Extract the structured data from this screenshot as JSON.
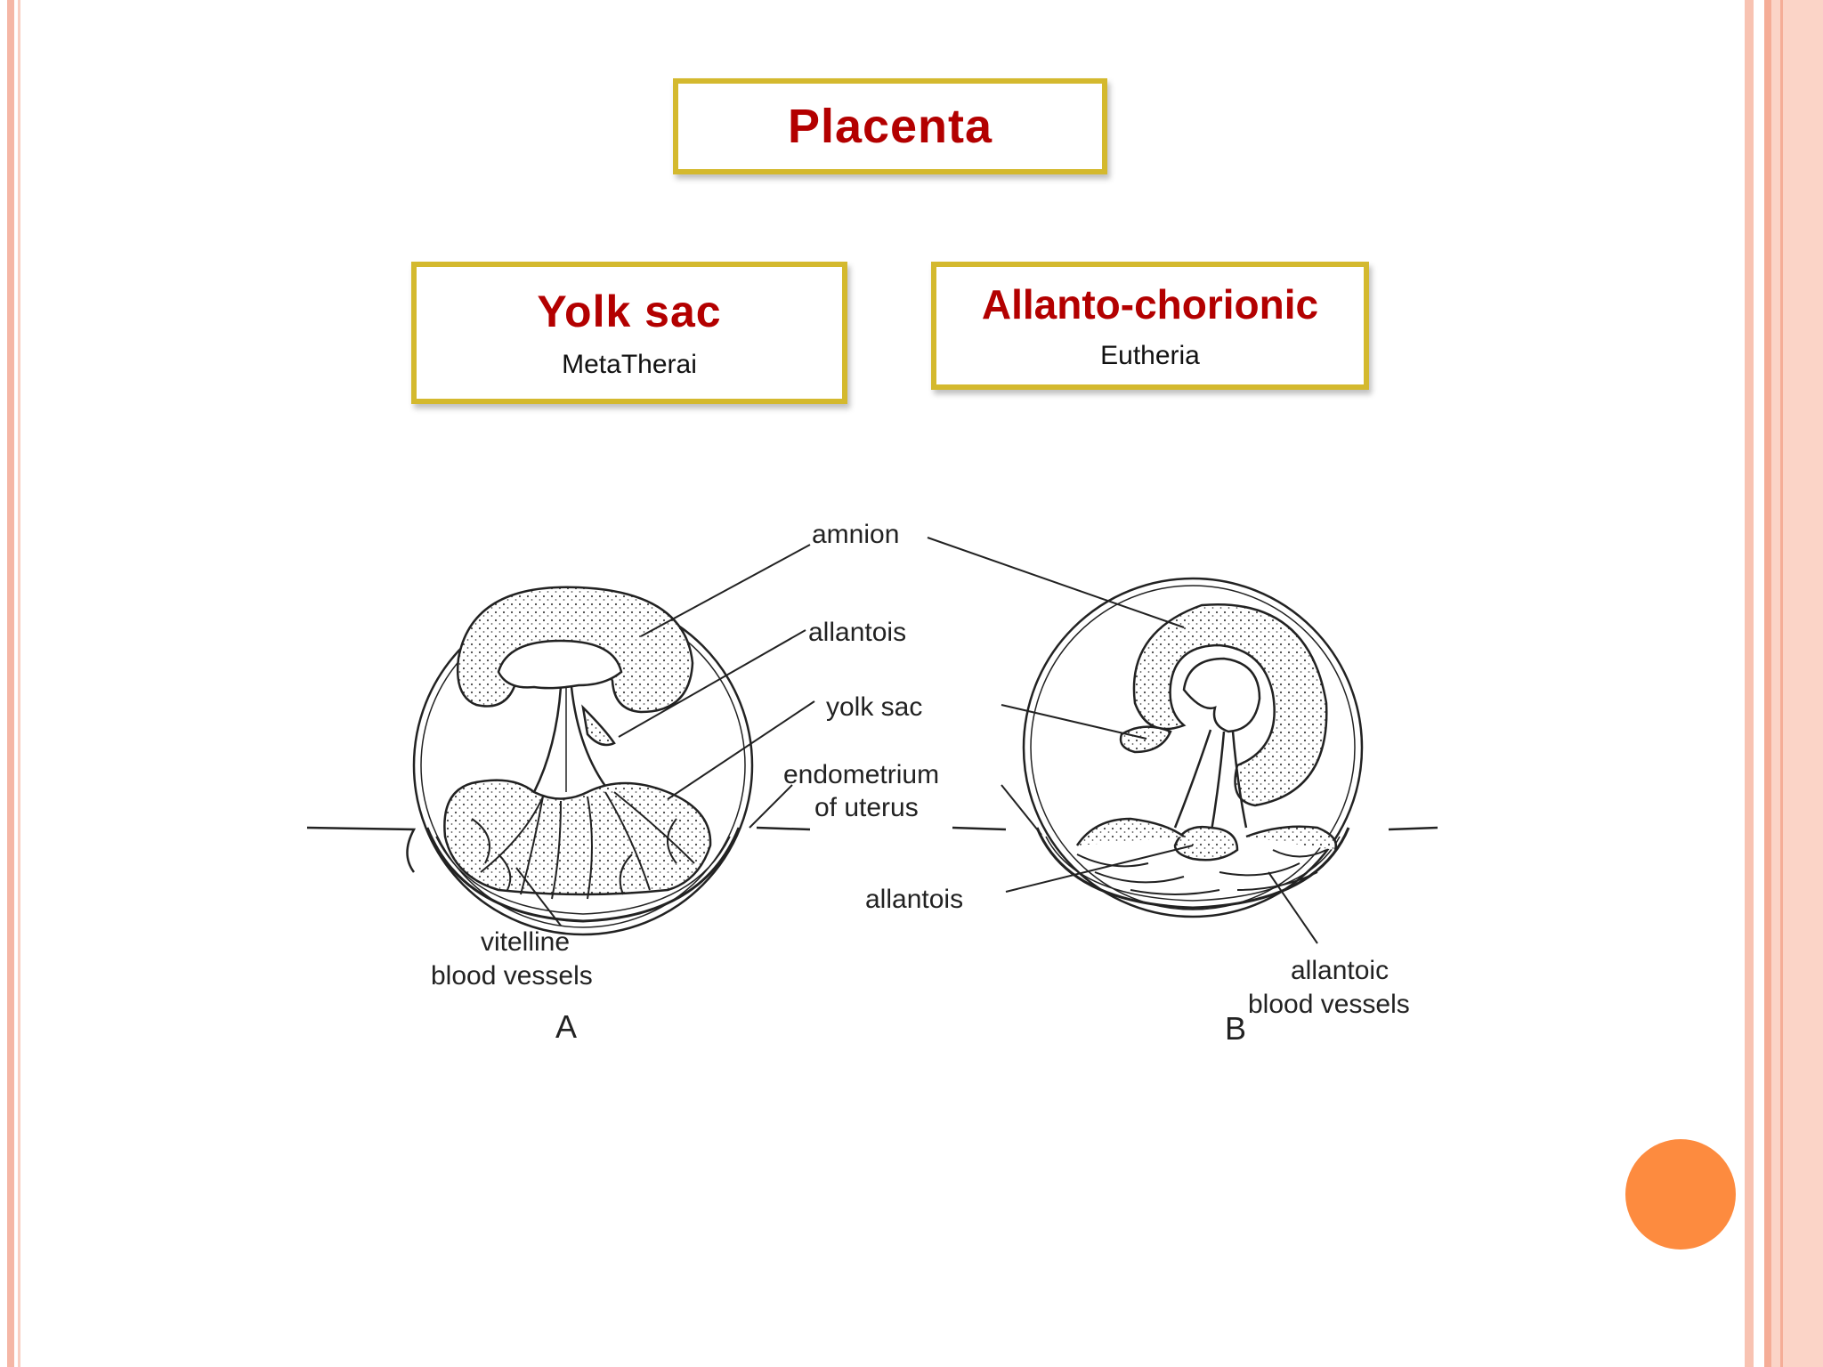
{
  "slide": {
    "title": "Placenta",
    "left_box": {
      "title": "Yolk sac",
      "caption": "MetaTherai"
    },
    "right_box": {
      "title": "Allanto-chorionic",
      "caption": "Eutheria"
    }
  },
  "diagram": {
    "labels": {
      "amnion": "amnion",
      "allantois_top": "allantois",
      "yolk_sac": "yolk sac",
      "endometrium_1": "endometrium",
      "endometrium_2": "of uterus",
      "allantois_bottom": "allantois",
      "vitelline_1": "vitelline",
      "vitelline_2": "blood vessels",
      "allantoic_1": "allantoic",
      "allantoic_2": "blood vessels",
      "panel_a": "A",
      "panel_b": "B"
    }
  },
  "colors": {
    "border_pink": "#f5b7a6",
    "box_border": "#d4b92e",
    "title_red": "#b30000",
    "accent_orange": "#fd8b3f"
  }
}
